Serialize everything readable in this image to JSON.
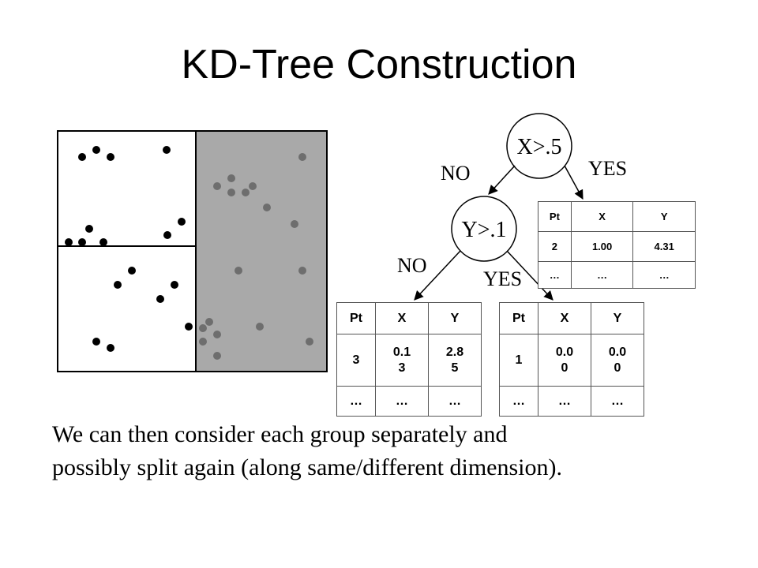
{
  "slide": {
    "title": "KD-Tree Construction",
    "caption_lines": [
      "We can then consider each group separately and",
      "possibly split again (along same/different dimension)."
    ]
  },
  "tree": {
    "root": {
      "label": "X>.5",
      "no_label": "NO",
      "yes_label": "YES"
    },
    "child": {
      "label": "Y>.1",
      "no_label": "NO",
      "yes_label": "YES"
    }
  },
  "tables": {
    "yes_root": {
      "headers": [
        "Pt",
        "X",
        "Y"
      ],
      "rows": [
        [
          "2",
          "1.00",
          "4.31"
        ],
        [
          "…",
          "…",
          "…"
        ]
      ]
    },
    "no_no": {
      "headers": [
        "Pt",
        "X",
        "Y"
      ],
      "rows": [
        [
          "3",
          "0.1\n3",
          "2.8\n5"
        ],
        [
          "…",
          "…",
          "…"
        ]
      ]
    },
    "no_yes": {
      "headers": [
        "Pt",
        "X",
        "Y"
      ],
      "rows": [
        [
          "1",
          "0.0\n0",
          "0.0\n0"
        ],
        [
          "…",
          "…",
          "…"
        ]
      ]
    }
  },
  "colors": {
    "black_points": "#000000",
    "gray_points": "#6e6e6e",
    "right_region_fill": "#a9a9a9",
    "border": "#000000"
  }
}
